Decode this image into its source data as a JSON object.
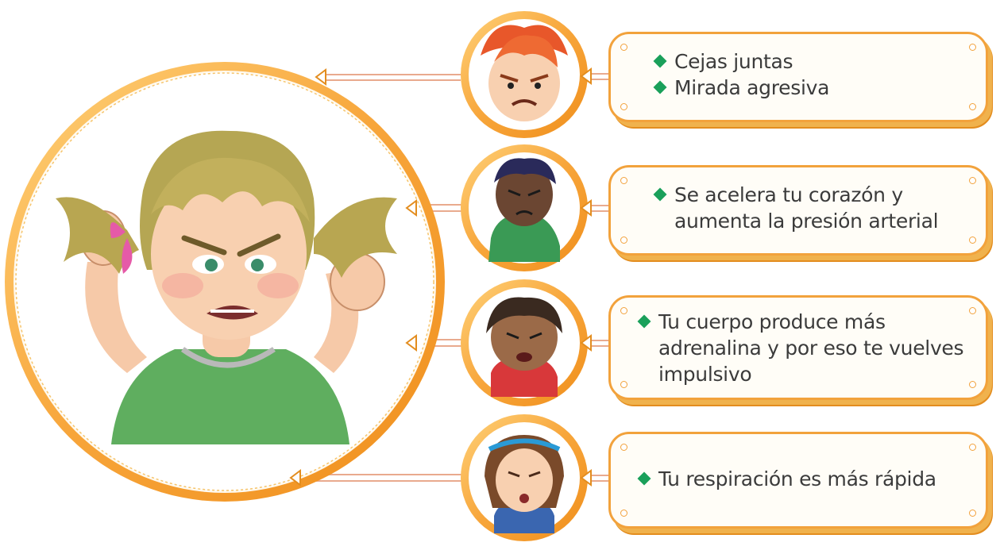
{
  "cards": [
    {
      "lines": [
        {
          "text": "Cejas juntas",
          "bullet": true
        },
        {
          "text": "Mirada agresiva",
          "bullet": true
        }
      ]
    },
    {
      "lines": [
        {
          "text": "Se acelera tu corazón y",
          "bullet": true
        },
        {
          "text": "aumenta la presión arterial",
          "bullet": false
        }
      ]
    },
    {
      "lines": [
        {
          "text": "Tu cuerpo produce más",
          "bullet": true
        },
        {
          "text": "adrenalina y por eso te vuelves",
          "bullet": false
        },
        {
          "text": "impulsivo",
          "bullet": false
        }
      ]
    },
    {
      "lines": [
        {
          "text": "Tu respiración es más rápida",
          "bullet": true
        }
      ]
    }
  ],
  "colors": {
    "ring": "#f5a83a",
    "ring_light": "#ffd27a",
    "bullet": "#1aa05a",
    "text": "#3b3b3b",
    "connector": "#e9aa8e"
  }
}
